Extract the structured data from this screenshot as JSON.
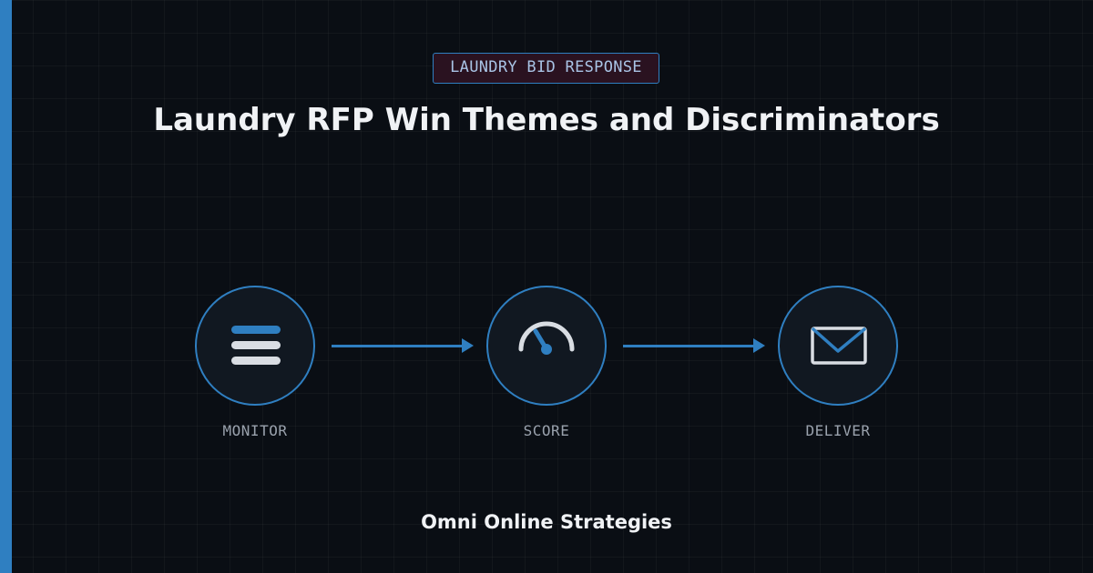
{
  "badge": {
    "label": "LAUNDRY BID RESPONSE"
  },
  "title": "Laundry RFP Win Themes and Discriminators",
  "steps": [
    {
      "label": "MONITOR",
      "icon": "list-icon"
    },
    {
      "label": "SCORE",
      "icon": "gauge-icon"
    },
    {
      "label": "DELIVER",
      "icon": "envelope-icon"
    }
  ],
  "footer": {
    "brand": "Omni Online Strategies"
  },
  "colors": {
    "accent": "#2f7fc1",
    "background": "#0a0e14",
    "icon_light": "#d9dde3",
    "badge_bg": "#2a1220"
  }
}
